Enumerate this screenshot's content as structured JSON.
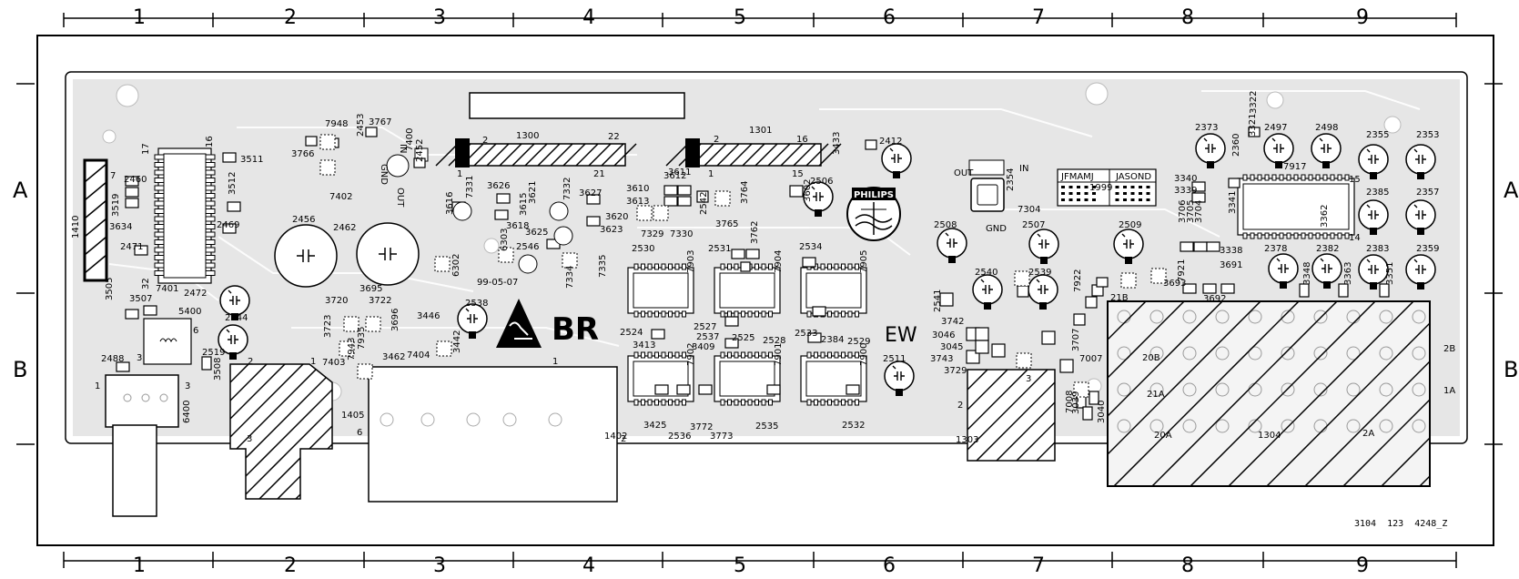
{
  "frame": {
    "columns": [
      "1",
      "2",
      "3",
      "4",
      "5",
      "6",
      "7",
      "8",
      "9"
    ],
    "rows": [
      "A",
      "B"
    ],
    "doc_number": "3104  123  4248_Z"
  },
  "connectors": {
    "c1300": {
      "ref": "1300",
      "pin_first": "2",
      "pin_last": "22",
      "pin_1": "1",
      "pin_21": "21"
    },
    "c1301": {
      "ref": "1301",
      "pin_first": "2",
      "pin_last": "16",
      "pin_1": "1",
      "pin_15": "15"
    },
    "c1410": {
      "ref": "1410",
      "pin_7": "7"
    },
    "c1405": {
      "ref": "1405",
      "pin_1": "1",
      "pin_2": "2",
      "pin_3": "3"
    },
    "c1402": {
      "ref": "1402",
      "pin_1": "1",
      "pin_2": "2",
      "pin_6": "6"
    },
    "c1303": {
      "ref": "1303",
      "pin_2": "2",
      "pin_3": "3"
    },
    "c1304": {
      "ref": "1304",
      "pins": [
        "21B",
        "20B",
        "21A",
        "20A",
        "2B",
        "1A",
        "2A"
      ]
    },
    "c6400": {
      "ref": "6400",
      "pin_1": "1",
      "pin_3": "3"
    },
    "c5400": {
      "ref": "5400",
      "pin_3": "3",
      "pin_6": "6"
    }
  },
  "ics": {
    "u7401": {
      "ref": "7401",
      "pin_16": "16",
      "pin_17": "17",
      "pin_32": "32"
    },
    "u7917": {
      "ref": "7917",
      "pin_15": "15",
      "pin_14": "14"
    },
    "u7903": {
      "ref": "7903"
    },
    "u7904": {
      "ref": "7904"
    },
    "u7905": {
      "ref": "7905"
    },
    "u7902": {
      "ref": "7902"
    },
    "u7901": {
      "ref": "7901"
    },
    "u7900": {
      "ref": "7900"
    },
    "u7304": {
      "ref": "7304",
      "out": "OUT",
      "in": "IN",
      "gnd": "GND"
    },
    "u7400": {
      "ref": "7400",
      "out": "OUT",
      "in": "IN",
      "gnd": "GND"
    }
  },
  "caps": {
    "c2456": "2456",
    "c2462": "2462",
    "c2472": "2472",
    "c2544": "2544",
    "c2538": "2538",
    "c2412": "2412",
    "c2506": "2506",
    "c2508": "2508",
    "c2507": "2507",
    "c2509": "2509",
    "c2540": "2540",
    "c2539": "2539",
    "c2511": "2511",
    "c2373": "2373",
    "c2497": "2497",
    "c2498": "2498",
    "c2355": "2355",
    "c2353": "2353",
    "c2385": "2385",
    "c2357": "2357",
    "c2378": "2378",
    "c2382": "2382",
    "c2383": "2383",
    "c2359": "2359"
  },
  "labels": {
    "date_code": "99-05-07",
    "philips": "PHILIPS",
    "ew": "EW",
    "br": "BR",
    "month_row_1": "JFMAMJ",
    "month_row_2": "JASOND",
    "year": "1999",
    "l7948": "7948",
    "l2453": "2453",
    "l3767": "3767",
    "l3766": "3766",
    "l7402": "7402",
    "l2452": "2452",
    "l3511": "3511",
    "l3512": "3512",
    "l2469": "2469",
    "l2460": "2460",
    "l3519": "3519",
    "l3634": "3634",
    "l2471": "2471",
    "l3505": "3505",
    "l3507": "3507",
    "l2488": "2488",
    "l2519": "2519",
    "l3508": "3508",
    "l3720": "3720",
    "l3695": "3695",
    "l3722": "3722",
    "l3723": "3723",
    "l3696": "3696",
    "l7943": "7943",
    "l7935": "7935",
    "l7403": "7403",
    "l3462": "3462",
    "l3446": "3446",
    "l3442": "3442",
    "l7404": "7404",
    "l3616": "3616",
    "l7331": "7331",
    "l3626": "3626",
    "l3618": "3618",
    "l3615": "3615",
    "l3621": "3621",
    "l3625": "3625",
    "l6302": "6302",
    "l6303": "6303",
    "l2546": "2546",
    "l7332": "7332",
    "l3627": "3627",
    "l3620": "3620",
    "l3623": "3623",
    "l7335": "7335",
    "l7334": "7334",
    "l3610": "3610",
    "l3612": "3612",
    "l3613": "3613",
    "l3611": "3611",
    "l7329": "7329",
    "l7330": "7330",
    "l2542": "2542",
    "l3765": "3765",
    "l3764": "3764",
    "l3602": "3602",
    "l3433": "3433",
    "l2530": "2530",
    "l2531": "2531",
    "l3762": "3762",
    "l2534": "2534",
    "l2524": "2524",
    "l2527": "2527",
    "l2537": "2537",
    "l2525": "2525",
    "l2528": "2528",
    "l2533": "2533",
    "l2384": "2384",
    "l2529": "2529",
    "l3413": "3413",
    "l3409": "3409",
    "l3425": "3425",
    "l2536": "2536",
    "l3772": "3772",
    "l3773": "3773",
    "l2535": "2535",
    "l2532": "2532",
    "l2541": "2541",
    "l3742": "3742",
    "l3046": "3046",
    "l3045": "3045",
    "l3743": "3743",
    "l3729": "3729",
    "l7922": "7922",
    "l3707": "3707",
    "l7007": "7007",
    "l7008": "7008",
    "l3039": "3039",
    "l3040": "3040",
    "l2354": "2354",
    "l3340": "3340",
    "l3339": "3339",
    "l3706": "3706",
    "l3705": "3705",
    "l3704": "3704",
    "l7921": "7921",
    "l3693": "3693",
    "l3691": "3691",
    "l3692": "3692",
    "l3338": "3338",
    "l3348": "3348",
    "l3363": "3363",
    "l3351": "3351",
    "l3321": "3321",
    "l3322": "3322",
    "l2360": "2360",
    "l3341": "3341",
    "l3362": "3362",
    "l3505b": "3505"
  }
}
